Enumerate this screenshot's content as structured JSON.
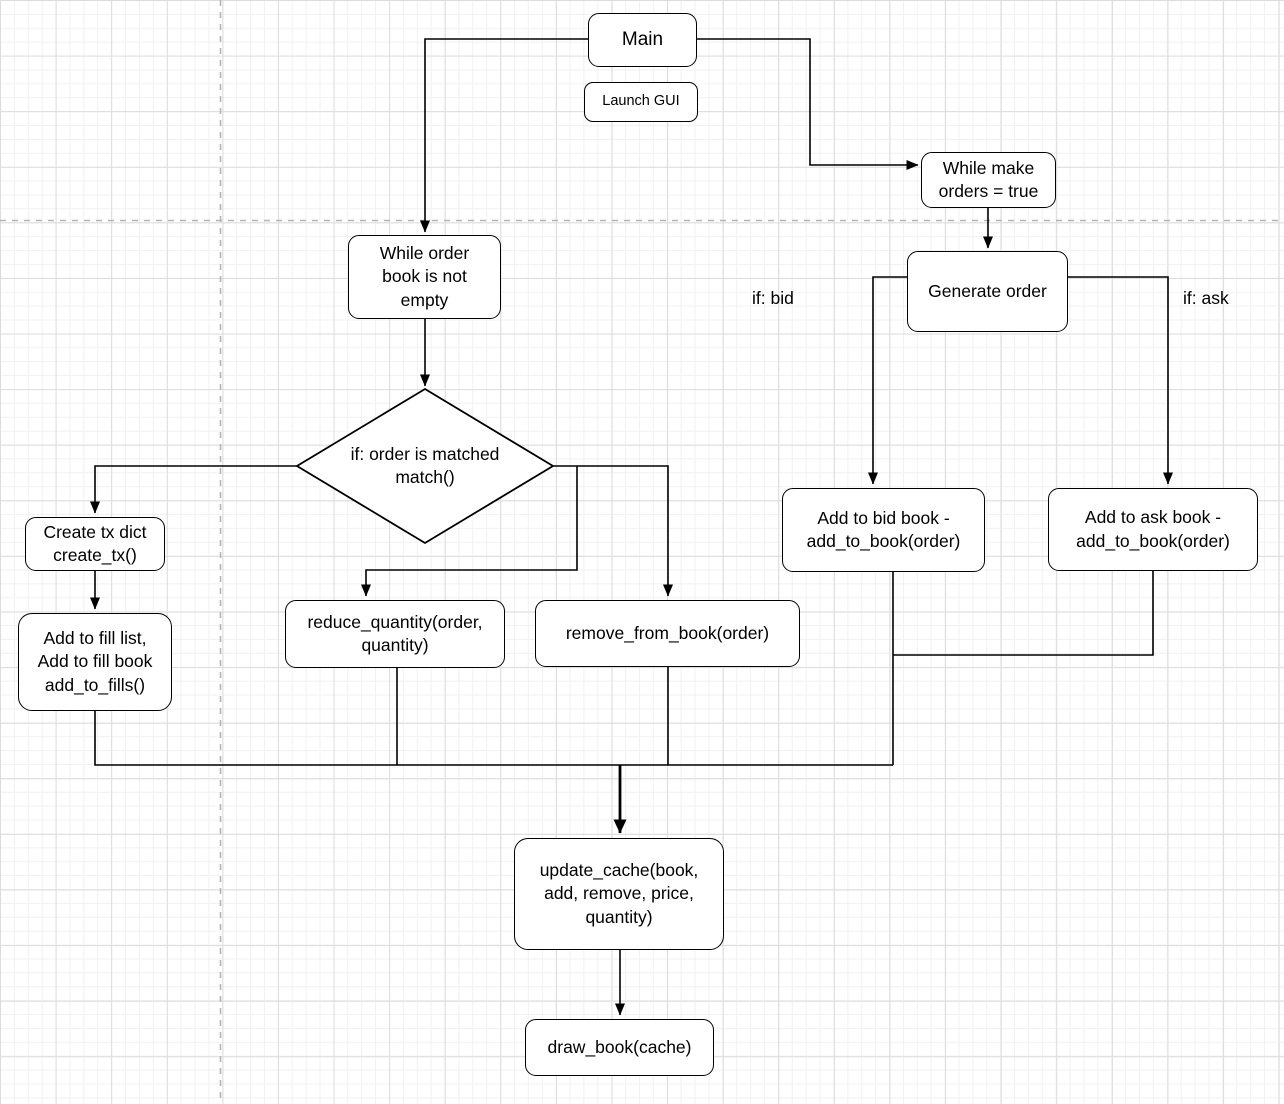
{
  "nodes": {
    "main": {
      "label": "Main"
    },
    "launch_gui": {
      "label": "Launch GUI"
    },
    "while_make_orders": {
      "label": "While make\norders = true"
    },
    "while_order_book": {
      "label": "While order\nbook is not\nempty"
    },
    "match_decision": {
      "label": "if: order is matched\nmatch()"
    },
    "generate_order": {
      "label": "Generate order"
    },
    "add_bid_book": {
      "label": "Add to bid book -\nadd_to_book(order)"
    },
    "add_ask_book": {
      "label": "Add to ask book -\nadd_to_book(order)"
    },
    "create_tx": {
      "label": "Create tx dict\ncreate_tx()"
    },
    "add_fills": {
      "label": "Add to fill list,\nAdd to fill book\nadd_to_fills()"
    },
    "reduce_quantity": {
      "label": "reduce_quantity(order,\nquantity)"
    },
    "remove_from_book": {
      "label": "remove_from_book(order)"
    },
    "update_cache": {
      "label": "update_cache(book,\nadd, remove, price,\nquantity)"
    },
    "draw_book": {
      "label": "draw_book(cache)"
    }
  },
  "edge_labels": {
    "if_bid": "if: bid",
    "if_ask": "if: ask"
  },
  "colors": {
    "node_fill": "#ffffff",
    "node_stroke": "#000000",
    "edge": "#000000",
    "grid_minor": "#f1f1f1",
    "grid_major": "#dcdcdc",
    "page_divider": "#b5b5b5",
    "text": "#000000"
  }
}
